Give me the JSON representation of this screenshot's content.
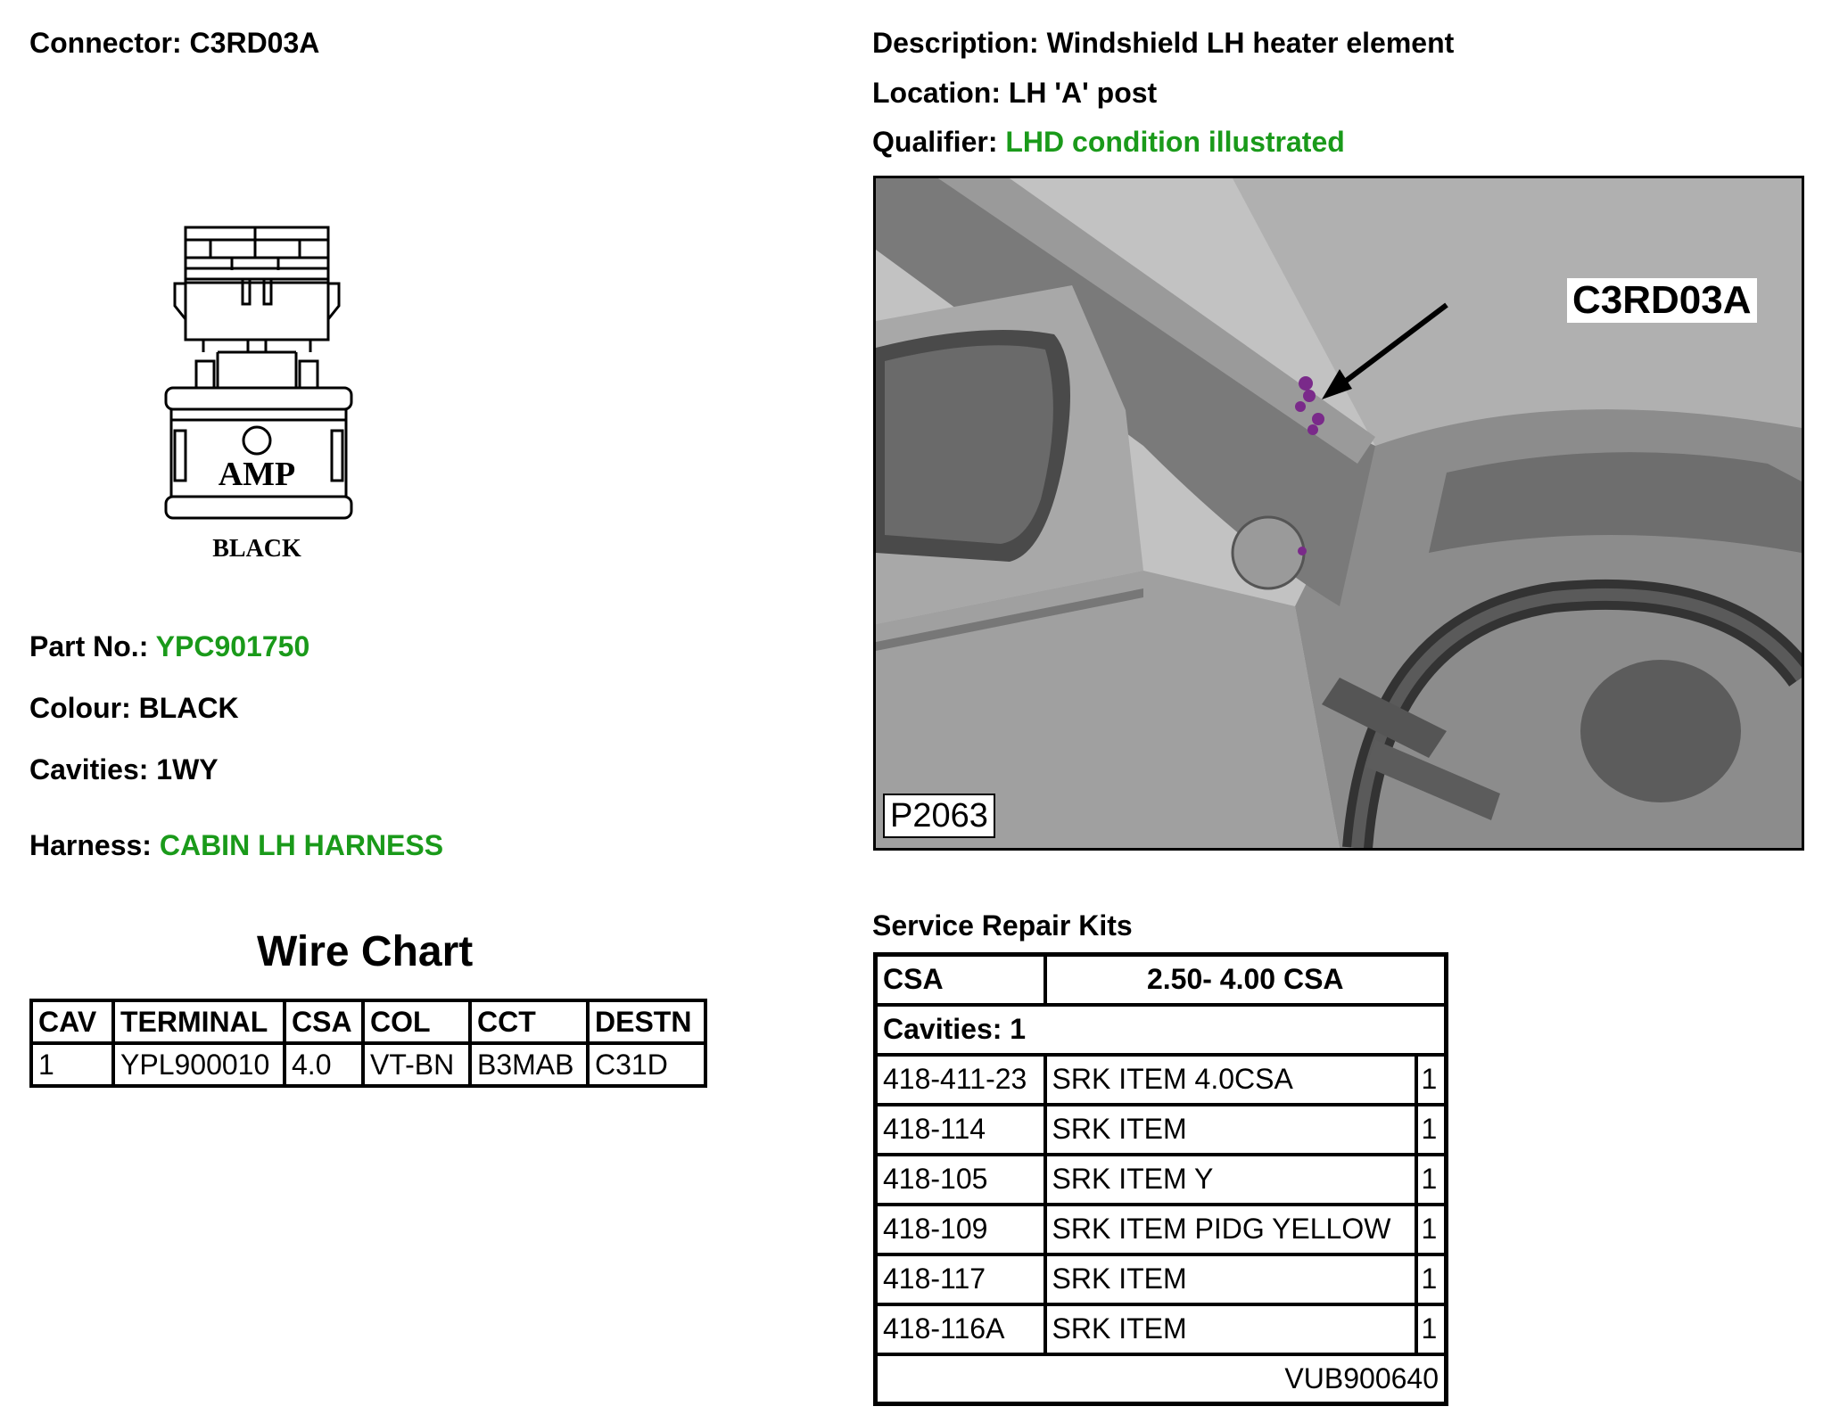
{
  "header": {
    "connector_label": "Connector:",
    "connector_value": "C3RD03A",
    "description_label": "Description:",
    "description_value": "Windshield LH heater element",
    "location_label": "Location:",
    "location_value": "LH 'A' post",
    "qualifier_label": "Qualifier:",
    "qualifier_value": "LHD condition illustrated"
  },
  "connector_drawing": {
    "maker_text": "AMP",
    "colour_text": "BLACK"
  },
  "details": {
    "part_label": "Part No.:",
    "part_value": "YPC901750",
    "colour_label": "Colour:",
    "colour_value": "BLACK",
    "cavities_label": "Cavities:",
    "cavities_value": "1WY",
    "harness_label": "Harness:",
    "harness_value": "CABIN LH HARNESS"
  },
  "wire_chart": {
    "title": "Wire Chart",
    "columns": [
      "CAV",
      "TERMINAL",
      "CSA",
      "COL",
      "CCT",
      "DESTN"
    ],
    "rows": [
      [
        "1",
        "YPL900010",
        "4.0",
        "VT-BN",
        "B3MAB",
        "C31D"
      ]
    ]
  },
  "photo": {
    "callout_label": "C3RD03A",
    "figure_id": "P2063"
  },
  "service_repair_kits": {
    "title": "Service Repair Kits",
    "csa_label": "CSA",
    "csa_value": "2.50- 4.00 CSA",
    "cavities_label": "Cavities: 1",
    "items": [
      {
        "code": "418-411-23",
        "name": "SRK ITEM 4.0CSA",
        "qty": "1"
      },
      {
        "code": "418-114",
        "name": "SRK ITEM",
        "qty": "1"
      },
      {
        "code": "418-105",
        "name": "SRK ITEM Y",
        "qty": "1"
      },
      {
        "code": "418-109",
        "name": "SRK ITEM PIDG YELLOW",
        "qty": "1"
      },
      {
        "code": "418-117",
        "name": "SRK ITEM",
        "qty": "1"
      },
      {
        "code": "418-116A",
        "name": "SRK ITEM",
        "qty": "1"
      }
    ],
    "footer_code": "VUB900640"
  },
  "colors": {
    "accent_green": "#1a9a1a",
    "connector_highlight": "#7a2a8a"
  }
}
